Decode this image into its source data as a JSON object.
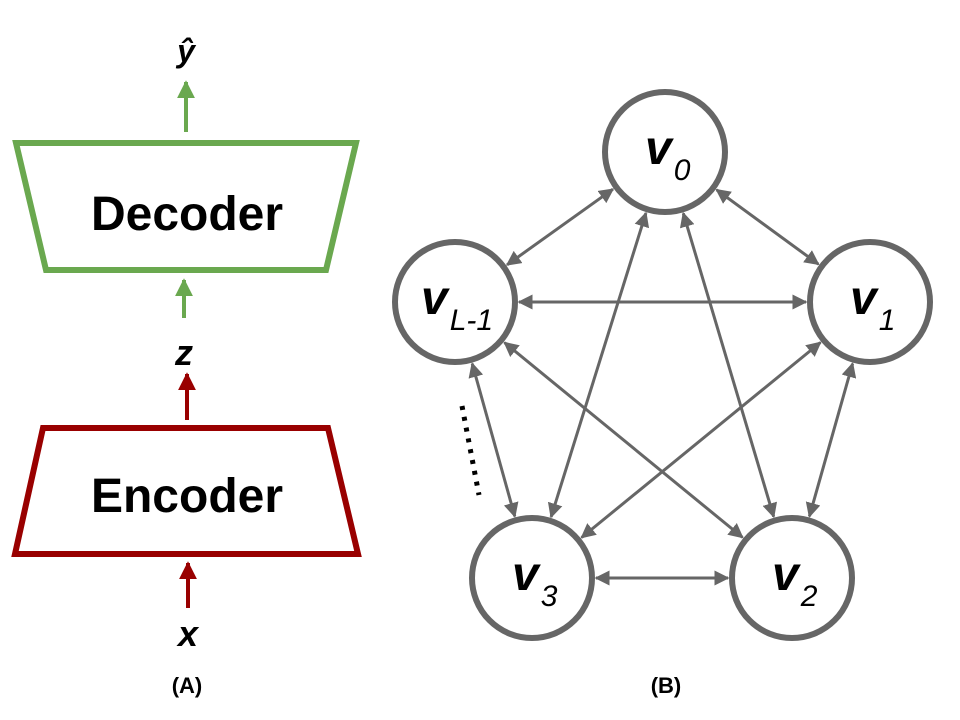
{
  "panel_a": {
    "label": "(A)",
    "decoder_label": "Decoder",
    "encoder_label": "Encoder",
    "input_var": "x",
    "latent_var": "z",
    "output_var": "ŷ",
    "decoder_color": "#6aa84f",
    "encoder_color": "#990000"
  },
  "panel_b": {
    "label": "(B)",
    "node_color": "#666666",
    "edge_color": "#666666",
    "ellipsis": "......",
    "nodes": [
      {
        "id": "v0",
        "main": "v",
        "sub": "0"
      },
      {
        "id": "v1",
        "main": "v",
        "sub": "1"
      },
      {
        "id": "v2",
        "main": "v",
        "sub": "2"
      },
      {
        "id": "v3",
        "main": "v",
        "sub": "3"
      },
      {
        "id": "vL-1",
        "main": "v",
        "sub": "L-1"
      }
    ]
  }
}
